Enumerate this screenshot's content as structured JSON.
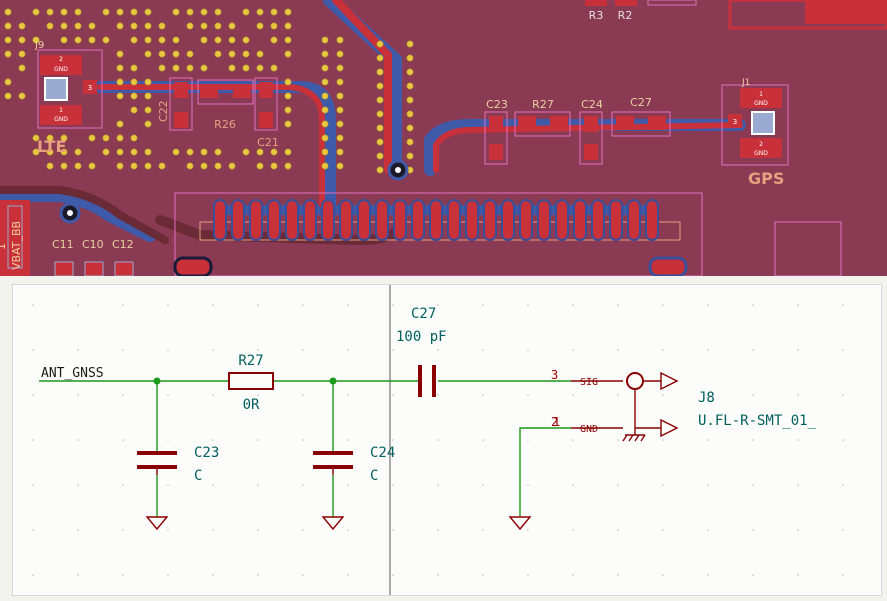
{
  "pcb": {
    "labels": {
      "j9": "J9",
      "lte": "LTE",
      "gps": "GPS",
      "j_right": "J1",
      "r3": "R3",
      "r2": "R2",
      "c22": "C22",
      "r26": "R26",
      "c21": "C21",
      "c23": "C23",
      "r27": "R27",
      "c24": "C24",
      "c27": "C27",
      "c11": "C11",
      "c10": "C10",
      "c12": "C12",
      "vbat": "VBAT_BB",
      "one": "1",
      "gnd": "GND",
      "pad1": "1",
      "pad2": "2",
      "pad3": "3"
    }
  },
  "schematic": {
    "net_label": "ANT_GNSS",
    "r27": {
      "ref": "R27",
      "value": "0R"
    },
    "c27": {
      "ref": "C27",
      "value": "100 pF"
    },
    "c23": {
      "ref": "C23",
      "value": "C"
    },
    "c24": {
      "ref": "C24",
      "value": "C"
    },
    "j8": {
      "ref": "J8",
      "value": "U.FL-R-SMT_01_"
    },
    "pins": {
      "sig_num": "3",
      "sig_name": "SIG",
      "gnd_num": "2",
      "gnd_num_overlap": "1",
      "gnd_name": "GND"
    }
  },
  "colors": {
    "board": "#8a3a52",
    "copper_front": "#c8303a",
    "copper_back": "#3a4f9a",
    "via_ring": "#e8c840",
    "silk": "#e8a080",
    "wire": "#1a9a1a",
    "component": "#8a0000",
    "text": "#006060",
    "pin_text": "#a00000"
  }
}
